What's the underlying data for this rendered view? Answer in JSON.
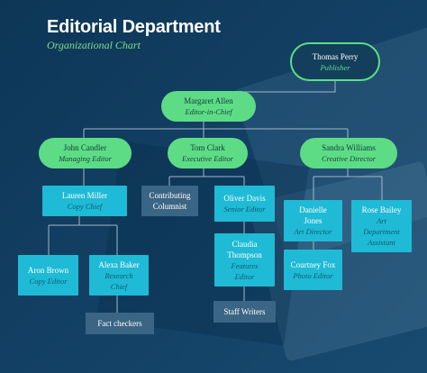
{
  "header": {
    "title": "Editorial Department",
    "subtitle": "Organizational Chart"
  },
  "nodes": {
    "publisher": {
      "name": "Thomas Perry",
      "role": "Publisher"
    },
    "editor_in_chief": {
      "name": "Margaret Allen",
      "role": "Editor-in-Chief"
    },
    "managing_editor": {
      "name": "John Candler",
      "role": "Managing Editor"
    },
    "executive_editor": {
      "name": "Tom Clark",
      "role": "Executive Editor"
    },
    "creative_director": {
      "name": "Sandra Williams",
      "role": "Creative Director"
    },
    "copy_chief": {
      "name": "Lauren Miller",
      "role": "Copy Chief"
    },
    "contributing_columnist": {
      "name": "Contributing Columnist"
    },
    "senior_editor": {
      "name": "Oliver Davis",
      "role": "Senior Editor"
    },
    "art_director": {
      "name": "Danielle Jones",
      "role": "Art Director"
    },
    "art_assistant": {
      "name": "Rose Bailey",
      "role": "Art Department Assistant"
    },
    "copy_editor": {
      "name": "Aron Brown",
      "role": "Copy Editor"
    },
    "research_chief": {
      "name": "Alexa Baker",
      "role": "Research Chief"
    },
    "features_editor": {
      "name": "Claudia Thompson",
      "role": "Features Editor"
    },
    "photo_editor": {
      "name": "Courtney Fox",
      "role": "Photo Editor"
    },
    "fact_checkers": {
      "name": "Fact checkers"
    },
    "staff_writers": {
      "name": "Staff Writers"
    }
  },
  "colors": {
    "background": "#123f63",
    "leader_green": "#5ddc85",
    "staff_cyan": "#1fbad5",
    "group_slate": "#3b6584",
    "connector": "#9fb8cc"
  }
}
